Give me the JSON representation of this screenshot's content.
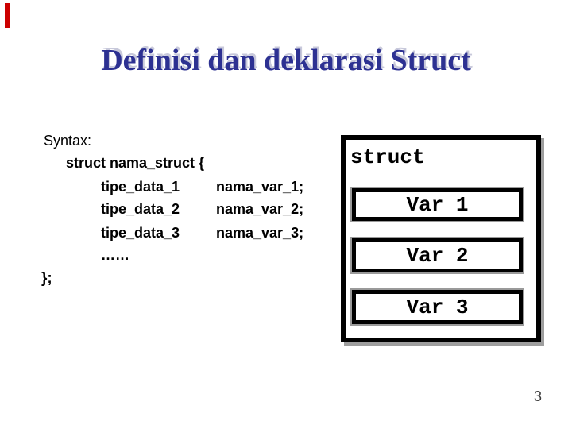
{
  "slide": {
    "background_color": "#ffffff",
    "accent_bar": {
      "color": "#cc0000"
    },
    "title": {
      "text": "Definisi dan deklarasi Struct",
      "color": "#2d3192",
      "shadow_color": "#c8c9db"
    },
    "page_number": "3"
  },
  "code": {
    "syntax_label": "Syntax:",
    "struct_open": "struct nama_struct {",
    "members": [
      {
        "type": "tipe_data_1",
        "name": "nama_var_1;"
      },
      {
        "type": "tipe_data_2",
        "name": "nama_var_2;"
      },
      {
        "type": "tipe_data_3",
        "name": "nama_var_3;"
      }
    ],
    "ellipsis": "……",
    "struct_close": "};"
  },
  "diagram": {
    "label": "struct",
    "border_color": "#000000",
    "outline_color": "#9a9a9a",
    "shadow_color": "#9e9e9e",
    "boxes": [
      {
        "label": "Var 1"
      },
      {
        "label": "Var 2"
      },
      {
        "label": "Var 3"
      }
    ]
  }
}
